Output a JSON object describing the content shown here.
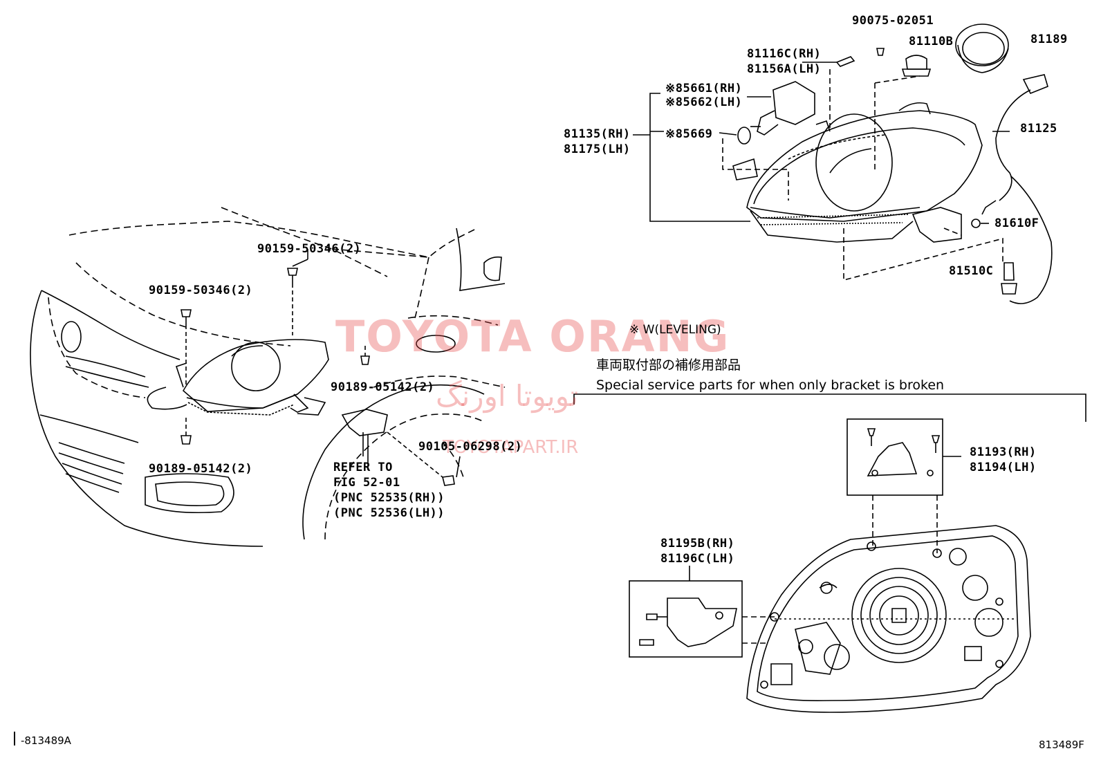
{
  "watermark": {
    "brand": "TOYOTA ORANG",
    "persian": "تویوتا اورنگ",
    "site": "TOYOTAPART.IR"
  },
  "note_leveling": "※ W(LEVELING)",
  "service_note": {
    "japanese": "車両取付部の補修用部品",
    "english": "Special service parts for when only bracket is broken"
  },
  "callouts": {
    "p90075": "90075-02051",
    "p81116c": "81116C(RH)",
    "p81156a": "81156A(LH)",
    "p81110b": "81110B",
    "p81189": "81189",
    "p85661": "※85661(RH)",
    "p85662": "※85662(LH)",
    "p81135": "81135(RH)",
    "p81175": "81175(LH)",
    "p85669": "※85669",
    "p81125": "81125",
    "p81610f": "81610F",
    "p81510c": "81510C",
    "p90159a": "90159-50346(2)",
    "p90159b": "90159-50346(2)",
    "p90189a": "90189-05142(2)",
    "p90189b": "90189-05142(2)",
    "p90105": "90105-06298(2)",
    "refer1": "REFER TO",
    "refer2": "FIG 52-01",
    "refer3": "(PNC 52535(RH))",
    "refer4": "(PNC 52536(LH))",
    "p81193": "81193(RH)",
    "p81194": "81194(LH)",
    "p81195b": "81195B(RH)",
    "p81196c": "81196C(LH)"
  },
  "footer": {
    "left_code": "-813489A",
    "right_code": "813489F"
  }
}
